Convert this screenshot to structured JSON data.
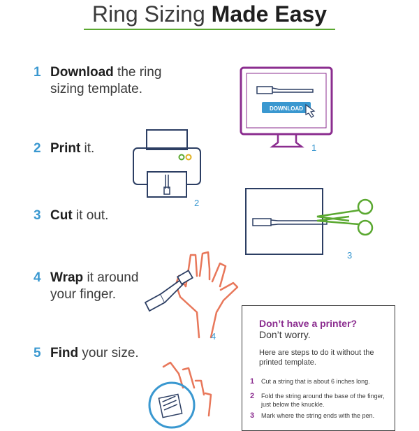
{
  "title": {
    "light": "Ring Sizing ",
    "bold": "Made Easy"
  },
  "steps": [
    {
      "num": "1",
      "bold": "Download",
      "rest": " the ring",
      "cont": "sizing template."
    },
    {
      "num": "2",
      "bold": "Print",
      "rest": " it.",
      "cont": ""
    },
    {
      "num": "3",
      "bold": "Cut",
      "rest": " it out.",
      "cont": ""
    },
    {
      "num": "4",
      "bold": "Wrap",
      "rest": " it around",
      "cont": "your finger."
    },
    {
      "num": "5",
      "bold": "Find",
      "rest": " your size.",
      "cont": ""
    }
  ],
  "figures": {
    "computer_number": "1",
    "download_button": "DOWNLOAD",
    "printer_number": "2",
    "scissors_number": "3",
    "hand_number": "4"
  },
  "no_printer": {
    "heading": "Don’t have a printer?",
    "subheading": "Don’t worry.",
    "intro": "Here are steps to do it without the printed template.",
    "steps": [
      {
        "num": "1",
        "text": "Cut a string that is about 6 inches long."
      },
      {
        "num": "2",
        "text": "Fold the string around the base of the finger, just below the knuckle."
      },
      {
        "num": "3",
        "text": "Mark where the string ends with the pen."
      }
    ]
  },
  "colors": {
    "accent_blue": "#3a98d0",
    "accent_green": "#5aa830",
    "accent_purple": "#8b2d8f",
    "line_navy": "#2c3e63",
    "hand_orange": "#e8775a"
  }
}
